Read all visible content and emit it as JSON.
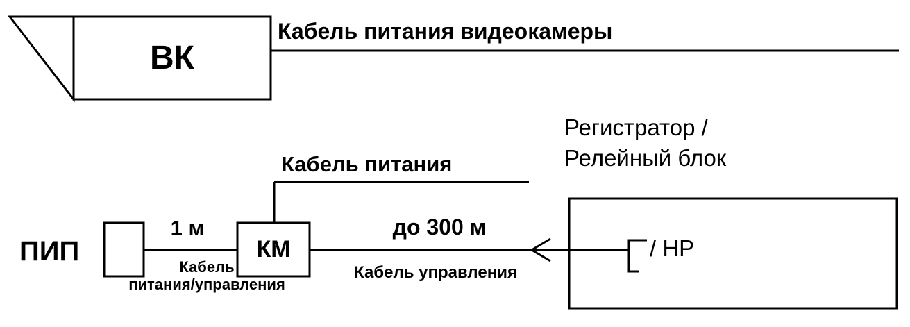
{
  "labels": {
    "camera": "ВК",
    "camera_power_cable": "Кабель питания видеокамеры",
    "power_cable": "Кабель питания",
    "pip": "ПИП",
    "km": "КМ",
    "distance_pip_km": "1 м",
    "pip_cable_line1": "Кабель",
    "pip_cable_line2": "питания/управления",
    "distance_km_registrator": "до 300 м",
    "control_cable": "Кабель управления",
    "registrator_line1": "Регистратор /",
    "registrator_line2": "Релейный блок",
    "relay_contact": "/ НР"
  },
  "colors": {
    "stroke": "#000000",
    "background": "#ffffff"
  }
}
